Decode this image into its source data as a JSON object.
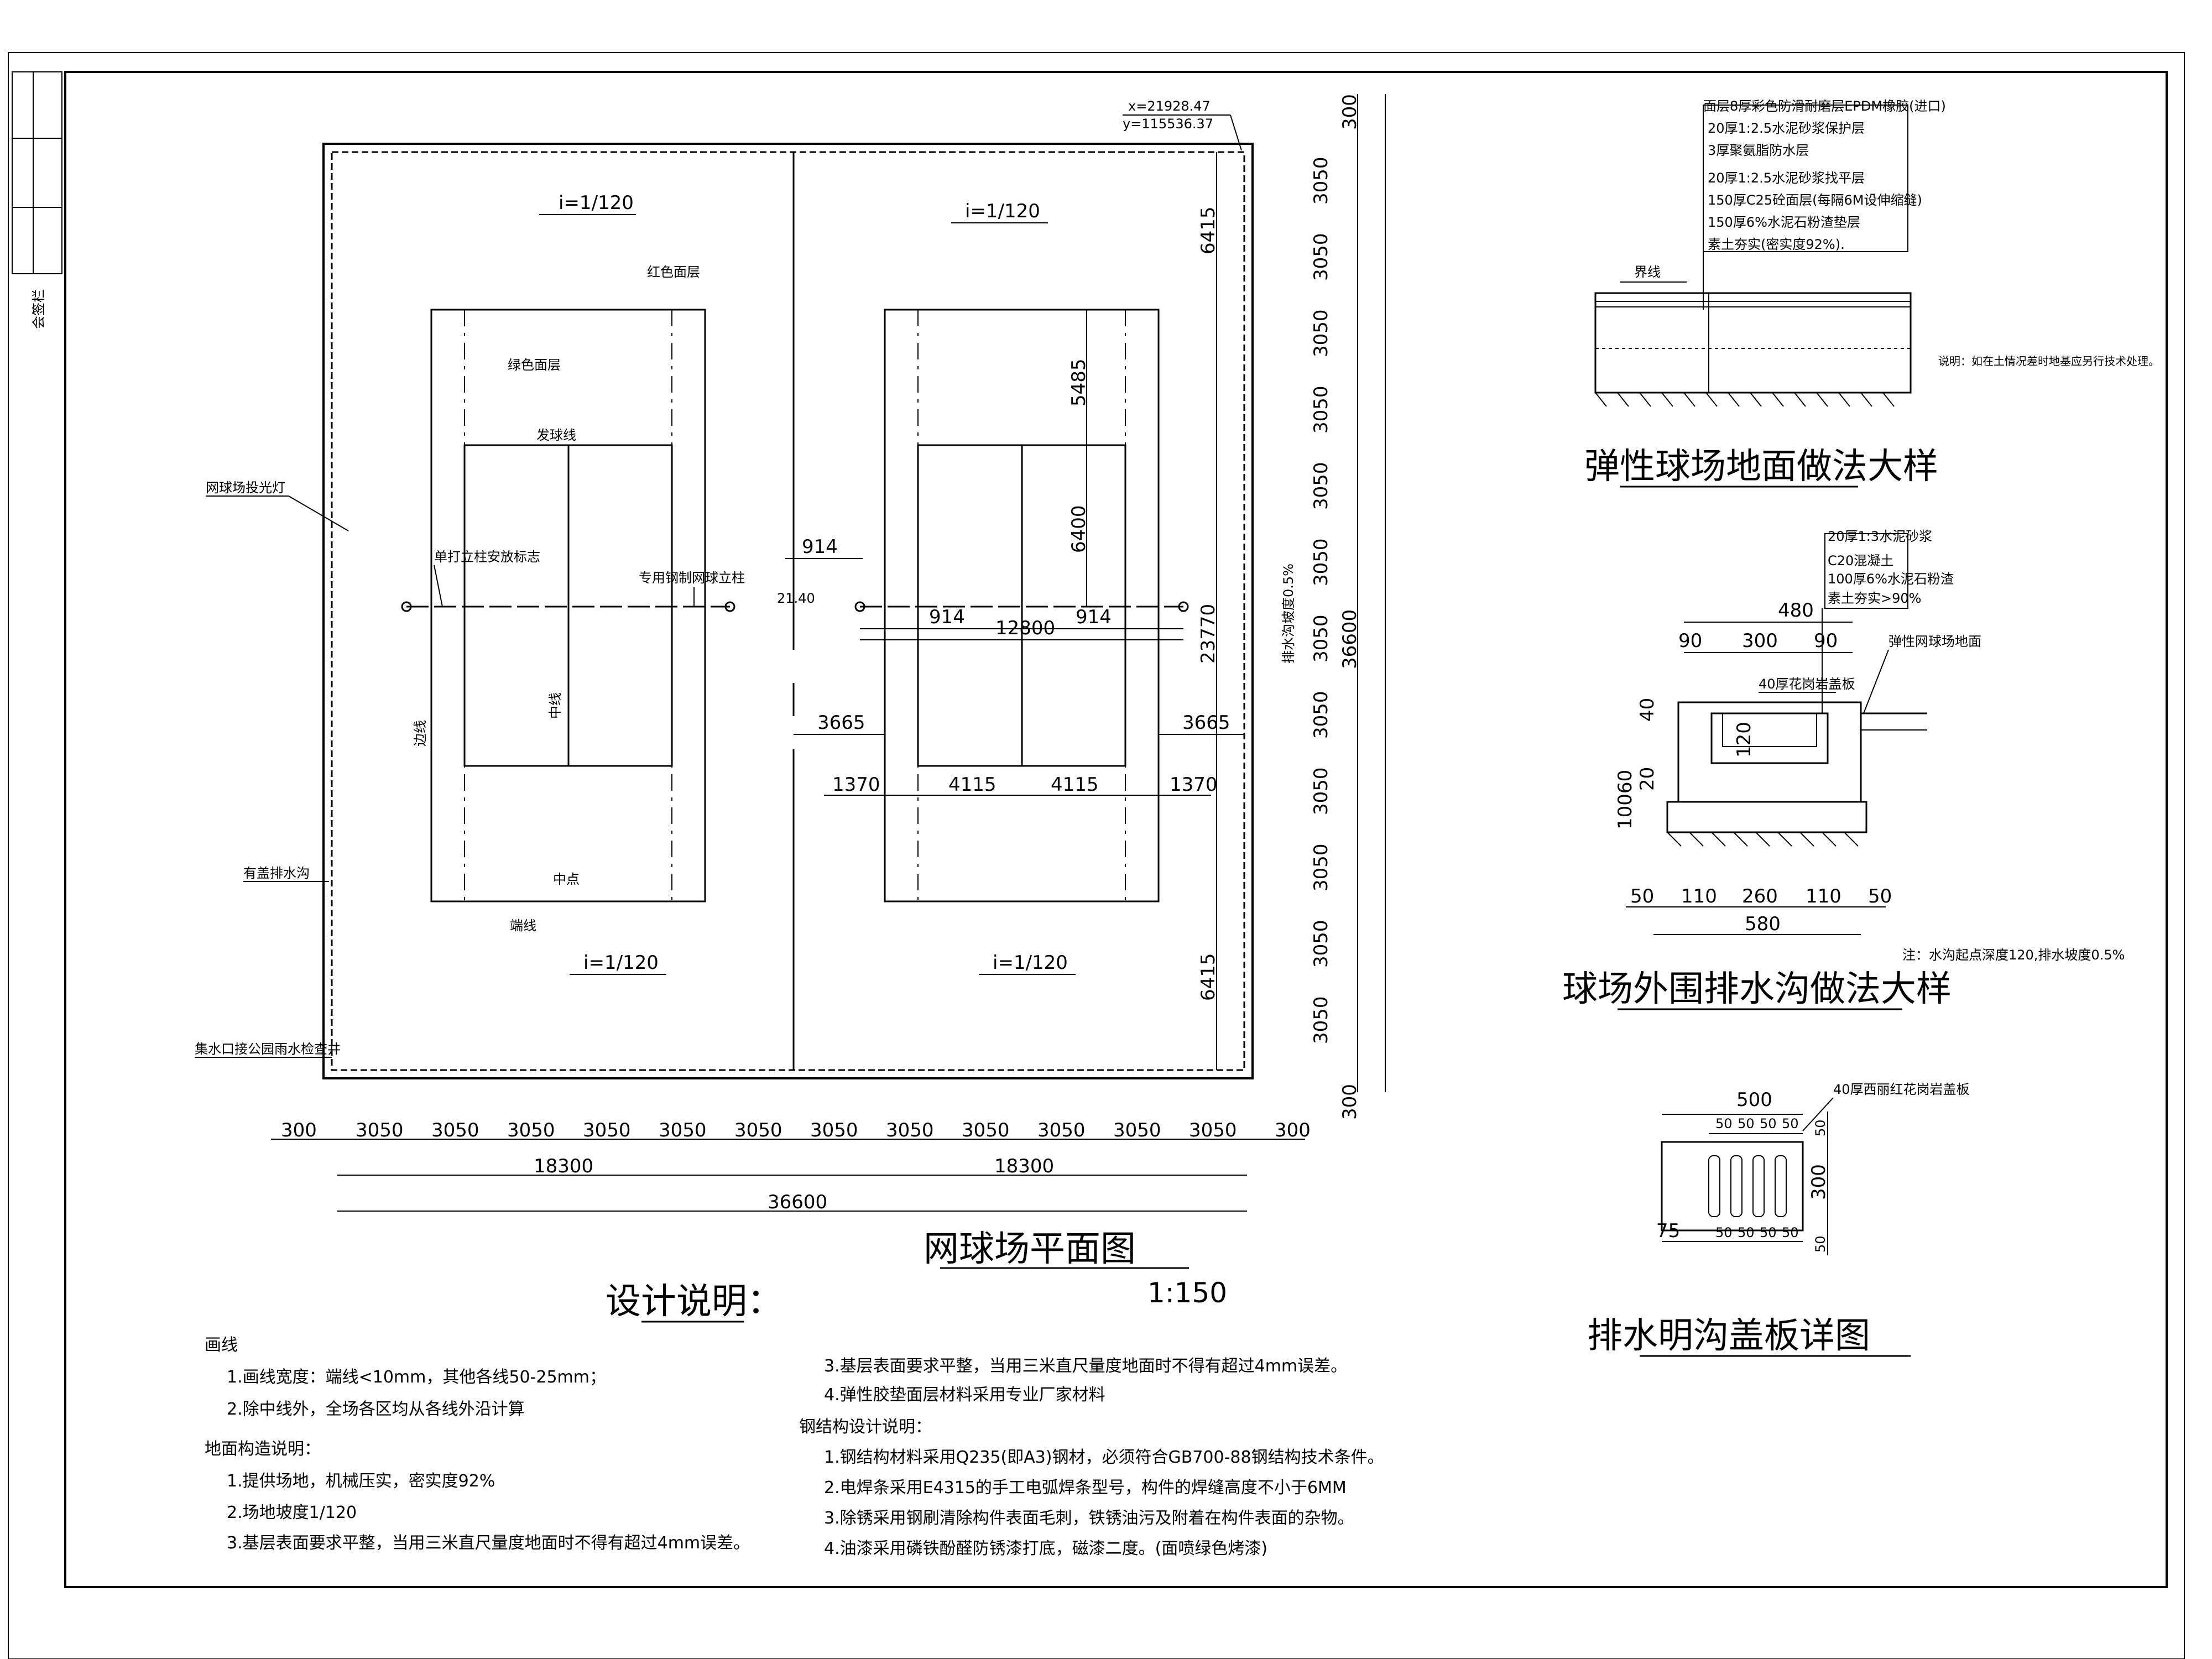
{
  "sidebar": {
    "sign_block": "会签栏"
  },
  "plan": {
    "title": "网球场平面图",
    "scale": "1:150",
    "coord_x": "x=21928.47",
    "coord_y": "y=115536.37",
    "slope_label": "i=1/120",
    "red_surface": "红色面层",
    "green_surface": "绿色面层",
    "service_line": "发球线",
    "single_post_marker": "单打立柱安放标志",
    "net_post": "专用钢制网球立柱",
    "side_line": "边线",
    "center_line": "中线",
    "center_mark": "中点",
    "base_line": "端线",
    "floodlight": "网球场投光灯",
    "covered_drain": "有盖排水沟",
    "catch_basin": "集水口接公园雨水检查井",
    "drain_slope": "排水沟坡度0.5%",
    "level": "21.40",
    "dims": {
      "d914": "914",
      "d12800": "12800",
      "d3665": "3665",
      "d1370": "1370",
      "d4115": "4115",
      "d5485": "5485",
      "d6400": "6400",
      "d6415": "6415",
      "d23770": "23770",
      "d300": "300",
      "d3050": "3050",
      "d18300": "18300",
      "d36600": "36600"
    }
  },
  "floor_detail": {
    "title": "弹性球场地面做法大样",
    "layers": [
      "面层8厚彩色防滑耐磨层EPDM橡胶(进口)",
      "20厚1:2.5水泥砂浆保护层",
      "3厚聚氨脂防水层",
      "20厚1:2.5水泥砂浆找平层",
      "150厚C25砼面层(每隔6M设伸缩缝)",
      "150厚6%水泥石粉渣垫层",
      "素土夯实(密实度92%)."
    ],
    "boundary": "界线",
    "note": "说明：如在土情况差时地基应另行技术处理。"
  },
  "drain_detail": {
    "title": "球场外围排水沟做法大样",
    "layers": [
      "20厚1:3水泥砂浆",
      "C20混凝土",
      "100厚6%水泥石粉渣",
      "素土夯实>90%"
    ],
    "cover": "40厚花岗岩盖板",
    "surface": "弹性网球场地面",
    "note": "注：水沟起点深度120,排水坡度0.5%",
    "dims": {
      "d480": "480",
      "d90": "90",
      "d300": "300",
      "d40": "40",
      "d120": "120",
      "d10060": "10060",
      "d20": "20",
      "d50": "50",
      "d110": "110",
      "d260": "260",
      "d580": "580"
    }
  },
  "cover_detail": {
    "title": "排水明沟盖板详图",
    "material": "40厚西丽红花岗岩盖板",
    "dims": {
      "d500": "500",
      "d50": "50",
      "d75": "75",
      "d300": "300"
    }
  },
  "design_notes": {
    "title": "设计说明：",
    "h1": "画线",
    "n1": "1.画线宽度：端线<10mm，其他各线50-25mm；",
    "n2": "2.除中线外，全场各区均从各线外沿计算",
    "h2": "地面构造说明：",
    "n3": "1.提供场地，机械压实，密实度92%",
    "n4": "2.场地坡度1/120",
    "n5": "3.基层表面要求平整，当用三米直尺量度地面时不得有超过4mm误差。",
    "n6": "3.基层表面要求平整，当用三米直尺量度地面时不得有超过4mm误差。",
    "n7": "4.弹性胶垫面层材料采用专业厂家材料",
    "h3": "钢结构设计说明：",
    "n8": "1.钢结构材料采用Q235(即A3)钢材，必须符合GB700-88钢结构技术条件。",
    "n9": "2.电焊条采用E4315的手工电弧焊条型号，构件的焊缝高度不小于6MM",
    "n10": "3.除锈采用钢刷清除构件表面毛刺，铁锈油污及附着在构件表面的杂物。",
    "n11": "4.油漆采用磷铁酚醛防锈漆打底，磁漆二度。(面喷绿色烤漆)"
  }
}
